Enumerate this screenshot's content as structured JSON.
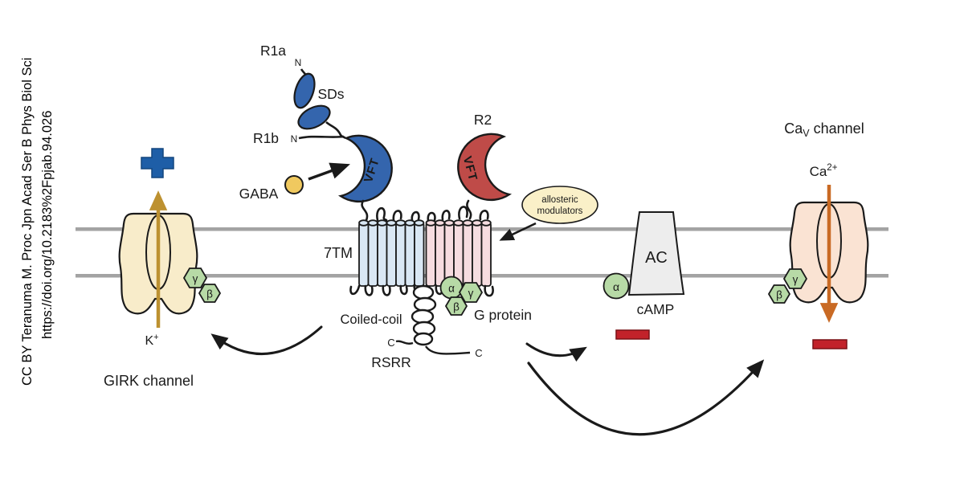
{
  "attribution": {
    "line1": "CC BY Teranuma M. Proc Jpn Acad Ser B Phys Biol Sci",
    "line2": "https://doi.org/10.2183%2Fpjab.94.026"
  },
  "labels": {
    "r1a": "R1a",
    "r1b": "R1b",
    "r2": "R2",
    "n": "N",
    "sds": "SDs",
    "vft": "VFT",
    "gaba": "GABA",
    "tm7": "7TM",
    "coiled_coil": "Coiled-coil",
    "rsrr": "RSRR",
    "c_term": "C",
    "g_protein": "G protein",
    "alpha": "α",
    "beta": "β",
    "gamma": "γ",
    "allosteric1": "allosteric",
    "allosteric2": "modulators",
    "ac": "AC",
    "camp": "cAMP",
    "girk": "GIRK channel",
    "k": "K",
    "k_sup": "+",
    "cav_pre": "Ca",
    "cav_sub": "V",
    "cav_post": "channel",
    "ca": "Ca",
    "ca_sup": "2+"
  },
  "colors": {
    "blue": "#3465ad",
    "red": "#bf4b48",
    "cross_blue": "#1e5ea7",
    "green": "#b7daa6",
    "cream": "#f8ecca",
    "salmon": "#fae3d3",
    "light_blue": "#d9e7f4",
    "light_pink": "#f6dce0",
    "gold": "#bd9130",
    "rust": "#c96a24",
    "red_bar": "#c2222a",
    "membrane": "#a3a3a3",
    "gaba": "#f0c95f",
    "oval": "#faf0c8",
    "ac_gray": "#ededed"
  }
}
